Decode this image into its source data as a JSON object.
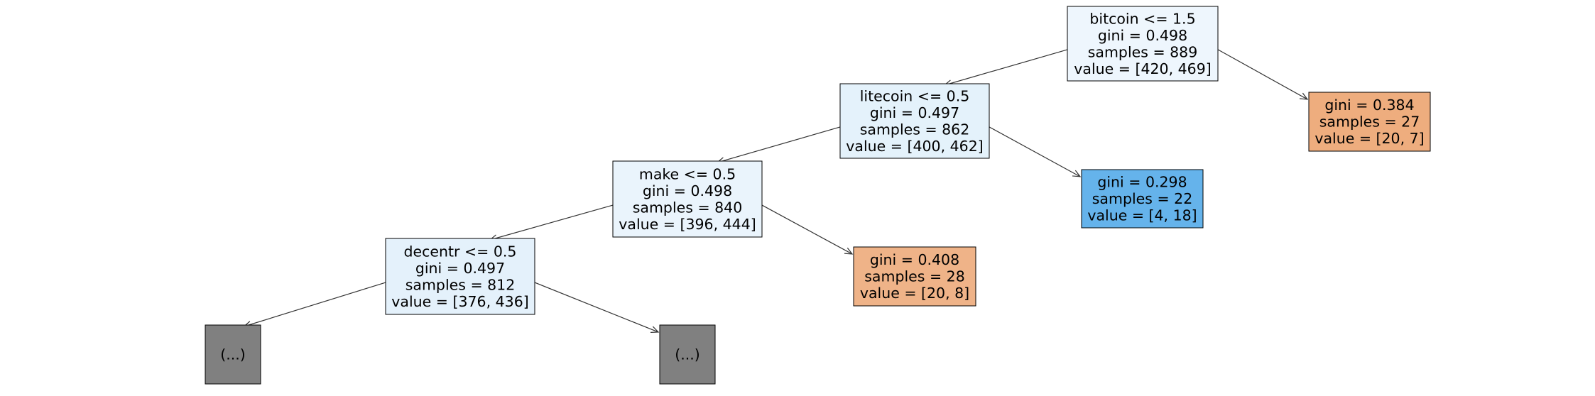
{
  "tree": {
    "nodes": [
      {
        "id": "n0",
        "lines": [
          "bitcoin <= 1.5",
          "gini = 0.498",
          "samples = 889",
          "value = [420, 469]"
        ],
        "fill": "#eef6fd"
      },
      {
        "id": "n1",
        "lines": [
          "litecoin <= 0.5",
          "gini = 0.497",
          "samples = 862",
          "value = [400, 462]"
        ],
        "fill": "#e4f2fb"
      },
      {
        "id": "n2",
        "lines": [
          "gini = 0.384",
          "samples = 27",
          "value = [20, 7]"
        ],
        "fill": "#eead7e"
      },
      {
        "id": "n3",
        "lines": [
          "make <= 0.5",
          "gini = 0.498",
          "samples = 840",
          "value = [396, 444]"
        ],
        "fill": "#eaf4fc"
      },
      {
        "id": "n4",
        "lines": [
          "gini = 0.298",
          "samples = 22",
          "value = [4, 18]"
        ],
        "fill": "#65b3eb"
      },
      {
        "id": "n5",
        "lines": [
          "decentr <= 0.5",
          "gini = 0.497",
          "samples = 812",
          "value = [376, 436]"
        ],
        "fill": "#e4f1fb"
      },
      {
        "id": "n6",
        "lines": [
          "gini = 0.408",
          "samples = 28",
          "value = [20, 8]"
        ],
        "fill": "#efb388"
      },
      {
        "id": "n7",
        "lines": [
          "(...)"
        ],
        "fill": "#808080"
      },
      {
        "id": "n8",
        "lines": [
          "(...)"
        ],
        "fill": "#808080"
      }
    ],
    "edges": [
      {
        "from": "n0",
        "to": "n1"
      },
      {
        "from": "n0",
        "to": "n2"
      },
      {
        "from": "n1",
        "to": "n3"
      },
      {
        "from": "n1",
        "to": "n4"
      },
      {
        "from": "n3",
        "to": "n5"
      },
      {
        "from": "n3",
        "to": "n6"
      },
      {
        "from": "n5",
        "to": "n7"
      },
      {
        "from": "n5",
        "to": "n8"
      }
    ]
  }
}
